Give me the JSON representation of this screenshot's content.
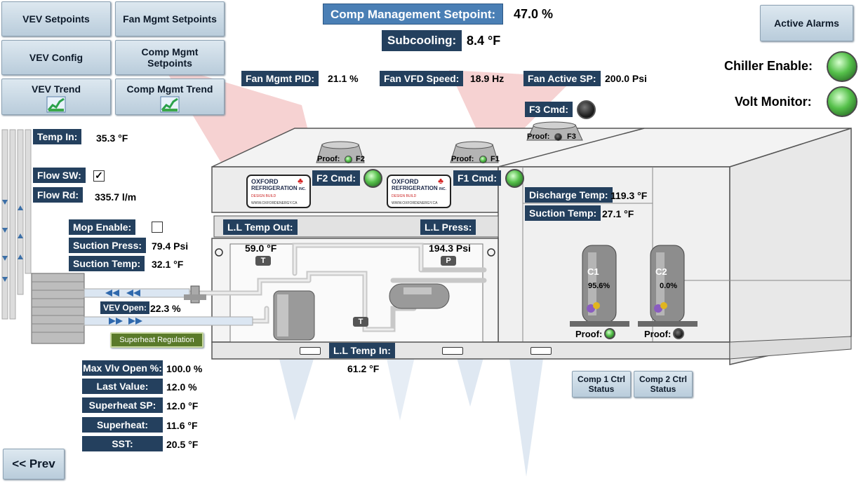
{
  "nav": {
    "vev_setpoints": "VEV Setpoints",
    "fan_mgmt_setpoints": "Fan Mgmt Setpoints",
    "vev_config": "VEV Config",
    "comp_mgmt_setpoints": "Comp Mgmt Setpoints",
    "vev_trend": "VEV Trend",
    "comp_mgmt_trend": "Comp Mgmt Trend",
    "prev": "<< Prev",
    "active_alarms": "Active Alarms"
  },
  "header": {
    "comp_mgmt_setpoint_label": "Comp Management Setpoint:",
    "comp_mgmt_setpoint_value": "47.0 %",
    "subcooling_label": "Subcooling:",
    "subcooling_value": "8.4 °F"
  },
  "status": {
    "chiller_enable_label": "Chiller Enable:",
    "volt_monitor_label": "Volt Monitor:"
  },
  "fans": {
    "fan_mgmt_pid_label": "Fan Mgmt PID:",
    "fan_mgmt_pid_value": "21.1 %",
    "fan_vfd_speed_label": "Fan VFD Speed:",
    "fan_vfd_speed_value": "18.9 Hz",
    "fan_active_sp_label": "Fan Active SP:",
    "fan_active_sp_value": "200.0 Psi",
    "f3_cmd": "F3 Cmd:",
    "f2_cmd": "F2 Cmd:",
    "f1_cmd": "F1 Cmd:",
    "proof": "Proof:",
    "f1": "F1",
    "f2": "F2",
    "f3": "F3"
  },
  "logo": {
    "line1": "OXFORD",
    "line2": "REFRIGERATION",
    "inc": "INC.",
    "tag": "DESIGN BUILD",
    "url": "WWW.OXFORDENERGY.CA"
  },
  "left": {
    "temp_in_label": "Temp In:",
    "temp_in_value": "35.3 °F",
    "flow_sw_label": "Flow SW:",
    "flow_rd_label": "Flow Rd:",
    "flow_rd_value": "335.7 l/m",
    "mop_enable_label": "Mop Enable:",
    "suction_press_label": "Suction Press:",
    "suction_press_value": "79.4 Psi",
    "suction_temp_label": "Suction Temp:",
    "suction_temp_value": "32.1 °F",
    "vev_open_label": "VEV Open:",
    "vev_open_value": "22.3 %",
    "superheat_regulation": "Superheat Regulation",
    "check_mark": "✓"
  },
  "vev_table": {
    "max_vlv_open_label": "Max Vlv Open %:",
    "max_vlv_open_value": "100.0 %",
    "last_value_label": "Last Value:",
    "last_value_value": "12.0 %",
    "superheat_sp_label": "Superheat SP:",
    "superheat_sp_value": "12.0 °F",
    "superheat_label": "Superheat:",
    "superheat_value": "11.6 °F",
    "sst_label": "SST:",
    "sst_value": "20.5 °F"
  },
  "liquid_line": {
    "temp_out_label": "L.L Temp Out:",
    "temp_out_value": "59.0 °F",
    "press_label": "L.L Press:",
    "press_value": "194.3 Psi",
    "temp_in_label": "L.L Temp In:",
    "temp_in_value": "61.2 °F",
    "t_chip": "T",
    "p_chip": "P"
  },
  "compressors": {
    "discharge_temp_label": "Discharge Temp:",
    "discharge_temp_value": "119.3 °F",
    "suction_temp_label": "Suction Temp:",
    "suction_temp_value": "27.1 °F",
    "c1": "C1",
    "c2": "C2",
    "c1_pct": "95.6%",
    "c2_pct": "0.0%",
    "proof": "Proof:",
    "comp1_status": "Comp 1 Ctrl Status",
    "comp2_status": "Comp 2 Ctrl Status"
  },
  "colors": {
    "label_bg": "#24405e",
    "button_bg": "#c9d8e4",
    "led_on": "#55c04a",
    "led_off": "#222222",
    "header_bg": "#4a7fb5",
    "superheat_btn": "#5a7a2a"
  }
}
